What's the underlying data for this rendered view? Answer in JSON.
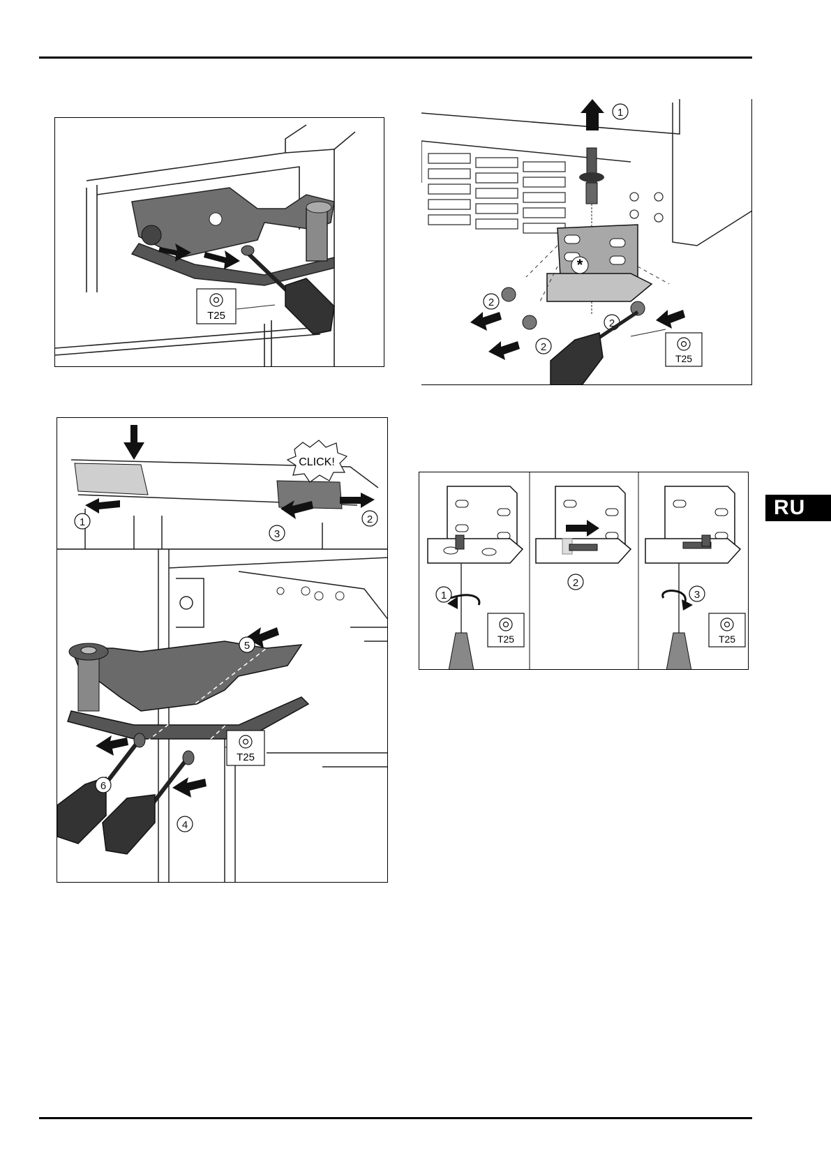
{
  "language_tab": "RU",
  "fig1": {
    "tool_size": "T25"
  },
  "fig2": {
    "steps": [
      "1",
      "2",
      "2",
      "2"
    ],
    "tool_size": "T25"
  },
  "fig3": {
    "click_text": "CLICK!",
    "steps": [
      "1",
      "2",
      "3",
      "4",
      "5",
      "6"
    ],
    "tool_size": "T25"
  },
  "fig4": {
    "steps": [
      "1",
      "2",
      "3"
    ],
    "tool_size_a": "T25",
    "tool_size_b": "T25"
  },
  "icons": [
    "torx-icon",
    "screwdriver-icon",
    "arrow-icon",
    "rotate-icon"
  ]
}
